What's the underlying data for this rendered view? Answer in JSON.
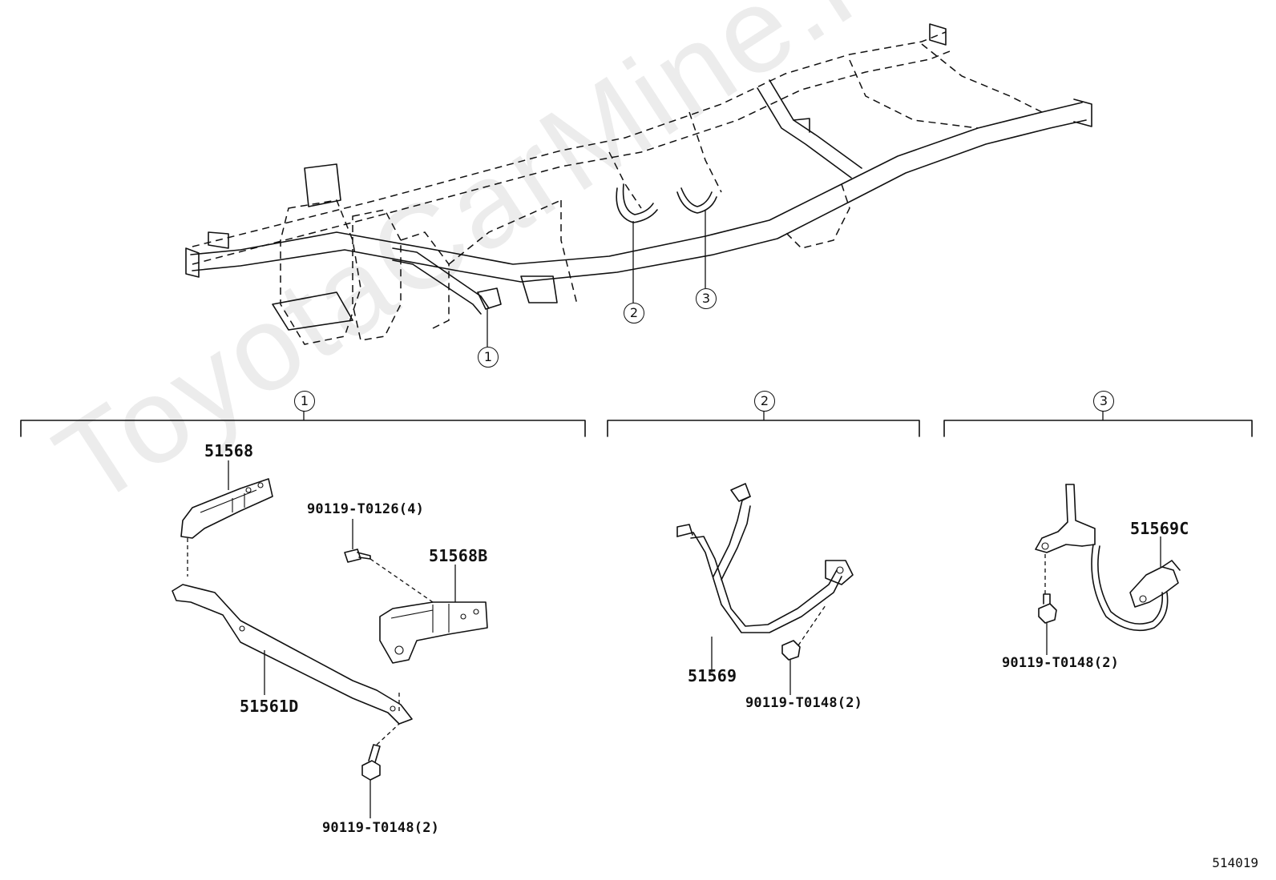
{
  "watermark": "ToyotaCarMine.ru",
  "diagram_code": "514019",
  "callouts": {
    "c1": "1",
    "c2": "2",
    "c3": "3"
  },
  "sections": [
    {
      "marker": "1"
    },
    {
      "marker": "2"
    },
    {
      "marker": "3"
    }
  ],
  "parts": {
    "p51568": "51568",
    "p51568B": "51568B",
    "p51561D": "51561D",
    "bolt_a": "90119-T0126(4)",
    "bolt_b": "90119-T0148(2)",
    "p51569": "51569",
    "bolt_c": "90119-T0148(2)",
    "p51569C": "51569C",
    "bolt_d": "90119-T0148(2)"
  }
}
